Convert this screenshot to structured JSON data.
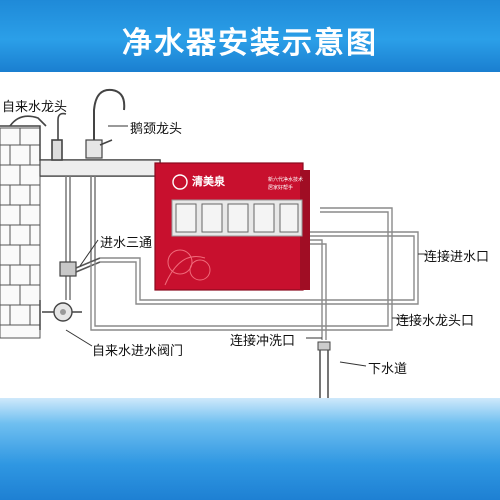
{
  "title": "净水器安装示意图",
  "labels": {
    "tap_water": "自来水龙头",
    "gooseneck": "鹅颈龙头",
    "tee": "进水三通",
    "inlet_valve": "自来水进水阀门",
    "flush": "连接冲洗口",
    "drain": "下水道",
    "connect_inlet": "连接进水口",
    "connect_faucet": "连接水龙头口"
  },
  "purifier": {
    "brand": "清美泉",
    "line1": "新六代净水技术",
    "line2": "居家好帮手"
  },
  "colors": {
    "title_band": "#2b9fe8",
    "purifier_red": "#c8102e",
    "bottom_band": "#2f97e2"
  }
}
